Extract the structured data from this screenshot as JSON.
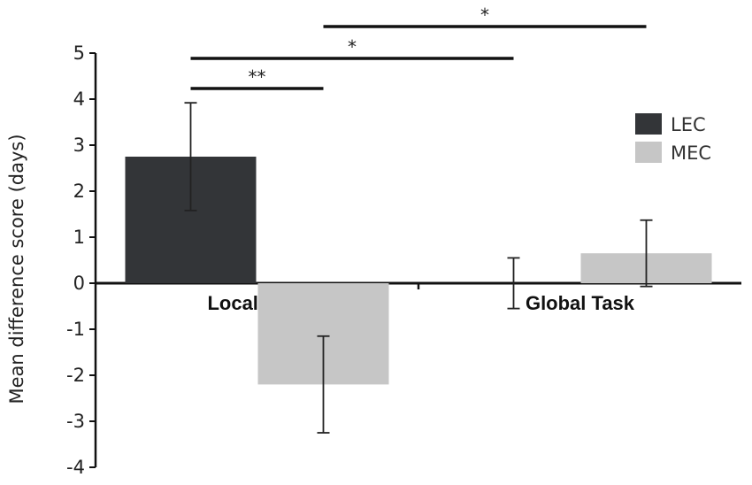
{
  "chart_data": {
    "type": "bar",
    "categories": [
      "Local Task",
      "Global Task"
    ],
    "series": [
      {
        "name": "LEC",
        "color": "#333538",
        "values": [
          2.75,
          0.0
        ],
        "error": [
          1.17,
          0.55
        ]
      },
      {
        "name": "MEC",
        "color": "#c6c6c6",
        "values": [
          -2.2,
          0.65
        ],
        "error": [
          1.05,
          0.72
        ]
      }
    ],
    "ylabel": "Mean difference score (days)",
    "ylim": [
      -4,
      5
    ],
    "yticks": [
      5,
      4,
      3,
      2,
      1,
      0,
      -1,
      -2,
      -3,
      -4
    ],
    "legend_position": "right",
    "significance": [
      {
        "label": "**",
        "from": "Local Task / LEC",
        "to": "Local Task / MEC"
      },
      {
        "label": "*",
        "from": "Local Task / LEC",
        "to": "Global Task / LEC"
      },
      {
        "label": "*",
        "from": "Local Task / MEC",
        "to": "Global Task / MEC"
      }
    ]
  }
}
